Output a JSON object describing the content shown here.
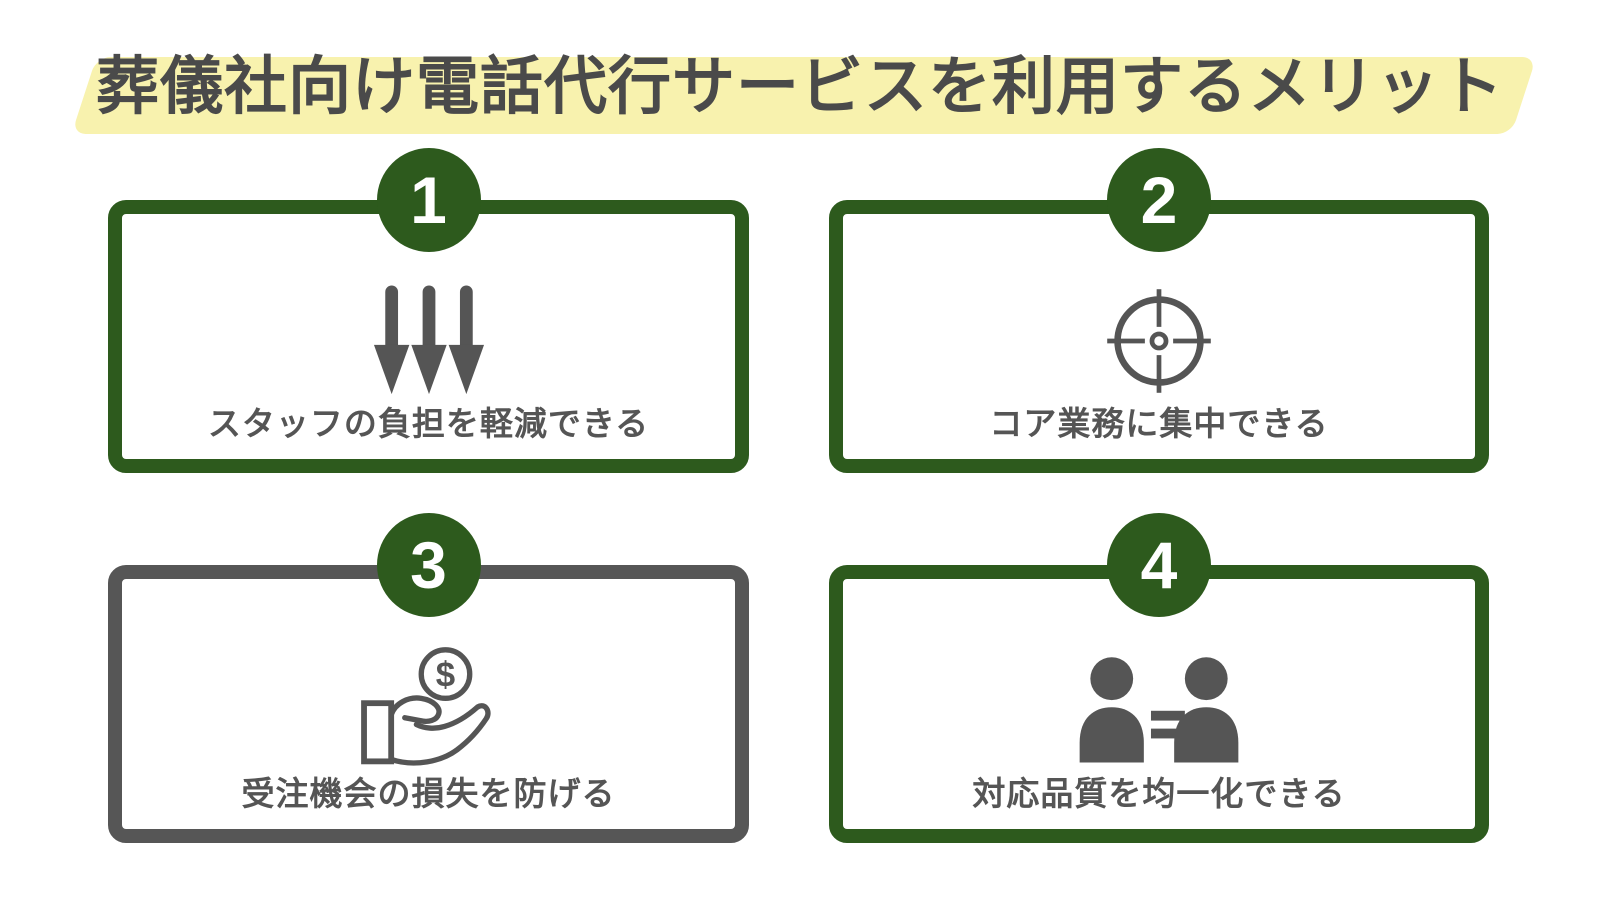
{
  "title": {
    "text": "葬儀社向け電話代行サービスを利用するメリット"
  },
  "colors": {
    "background": "#ffffff",
    "highlight_yellow": "#f8f2ae",
    "title_text": "#4a4a4a",
    "accent_green": "#2d5a1d",
    "gray_border": "#565656",
    "icon_gray": "#555555",
    "label_text": "#555555",
    "number_text": "#ffffff"
  },
  "coin": {
    "symbol": "$"
  },
  "cards": [
    {
      "number": "1",
      "label": "スタッフの負担を軽減できる",
      "icon": "triple-down-arrows-icon",
      "border_color": "#2d5a1d"
    },
    {
      "number": "2",
      "label": "コア業務に集中できる",
      "icon": "target-crosshair-icon",
      "border_color": "#2d5a1d"
    },
    {
      "number": "3",
      "label": "受注機会の損失を防げる",
      "icon": "hand-receiving-coin-icon",
      "border_color": "#565656"
    },
    {
      "number": "4",
      "label": "対応品質を均一化できる",
      "icon": "people-equal-icon",
      "border_color": "#2d5a1d"
    }
  ]
}
